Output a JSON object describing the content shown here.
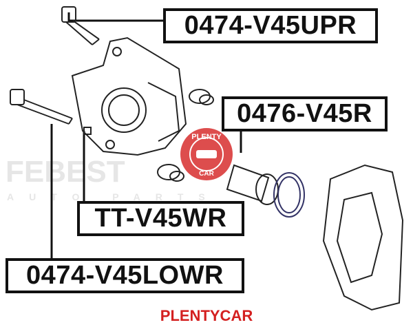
{
  "labels": {
    "upper_bolt": "0474-V45UPR",
    "piston_kit": "0476-V45R",
    "boot": "TT-V45WR",
    "lower_bolt": "0474-V45LOWR"
  },
  "watermark": {
    "brand": "FEBEST",
    "sub": "AUTO PARTS"
  },
  "stamp": {
    "top": "PLENTY",
    "bottom": "CAR",
    "color": "#d42020"
  },
  "footer": "PLENTYCAR"
}
